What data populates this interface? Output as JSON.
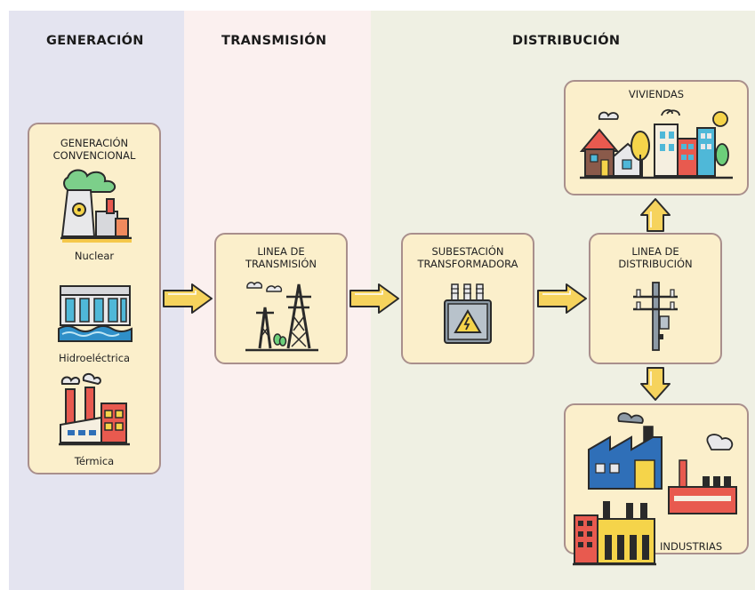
{
  "columns": {
    "generation": "GENERACIÓN",
    "transmission": "TRANSMISIÓN",
    "distribution": "DISTRIBUCIÓN"
  },
  "generation_box": {
    "title_line1": "GENERACIÓN",
    "title_line2": "CONVENCIONAL",
    "nuclear": "Nuclear",
    "hydro": "Hidroeléctrica",
    "thermal": "Térmica"
  },
  "transmission_box": {
    "line1": "LINEA DE",
    "line2": "TRANSMISIÓN"
  },
  "substation_box": {
    "line1": "SUBESTACIÓN",
    "line2": "TRANSFORMADORA"
  },
  "distribution_box": {
    "line1": "LINEA DE",
    "line2": "DISTRIBUCIÓN"
  },
  "homes_box": {
    "label": "VIVIENDAS"
  },
  "industry_box": {
    "label": "INDUSTRIAS"
  },
  "colors": {
    "generation_bg": "#e4e4f0",
    "transmission_bg": "#fbf0ef",
    "distribution_bg": "#eff0e3",
    "card_fill": "#fbefcb",
    "card_border": "#a98f8c",
    "arrow_fill": "#f6d35d"
  },
  "icons": [
    "nuclear-plant-icon",
    "hydroelectric-dam-icon",
    "thermal-plant-icon",
    "transmission-tower-icon",
    "transformer-icon",
    "utility-pole-icon",
    "houses-icon",
    "factory-icon"
  ]
}
